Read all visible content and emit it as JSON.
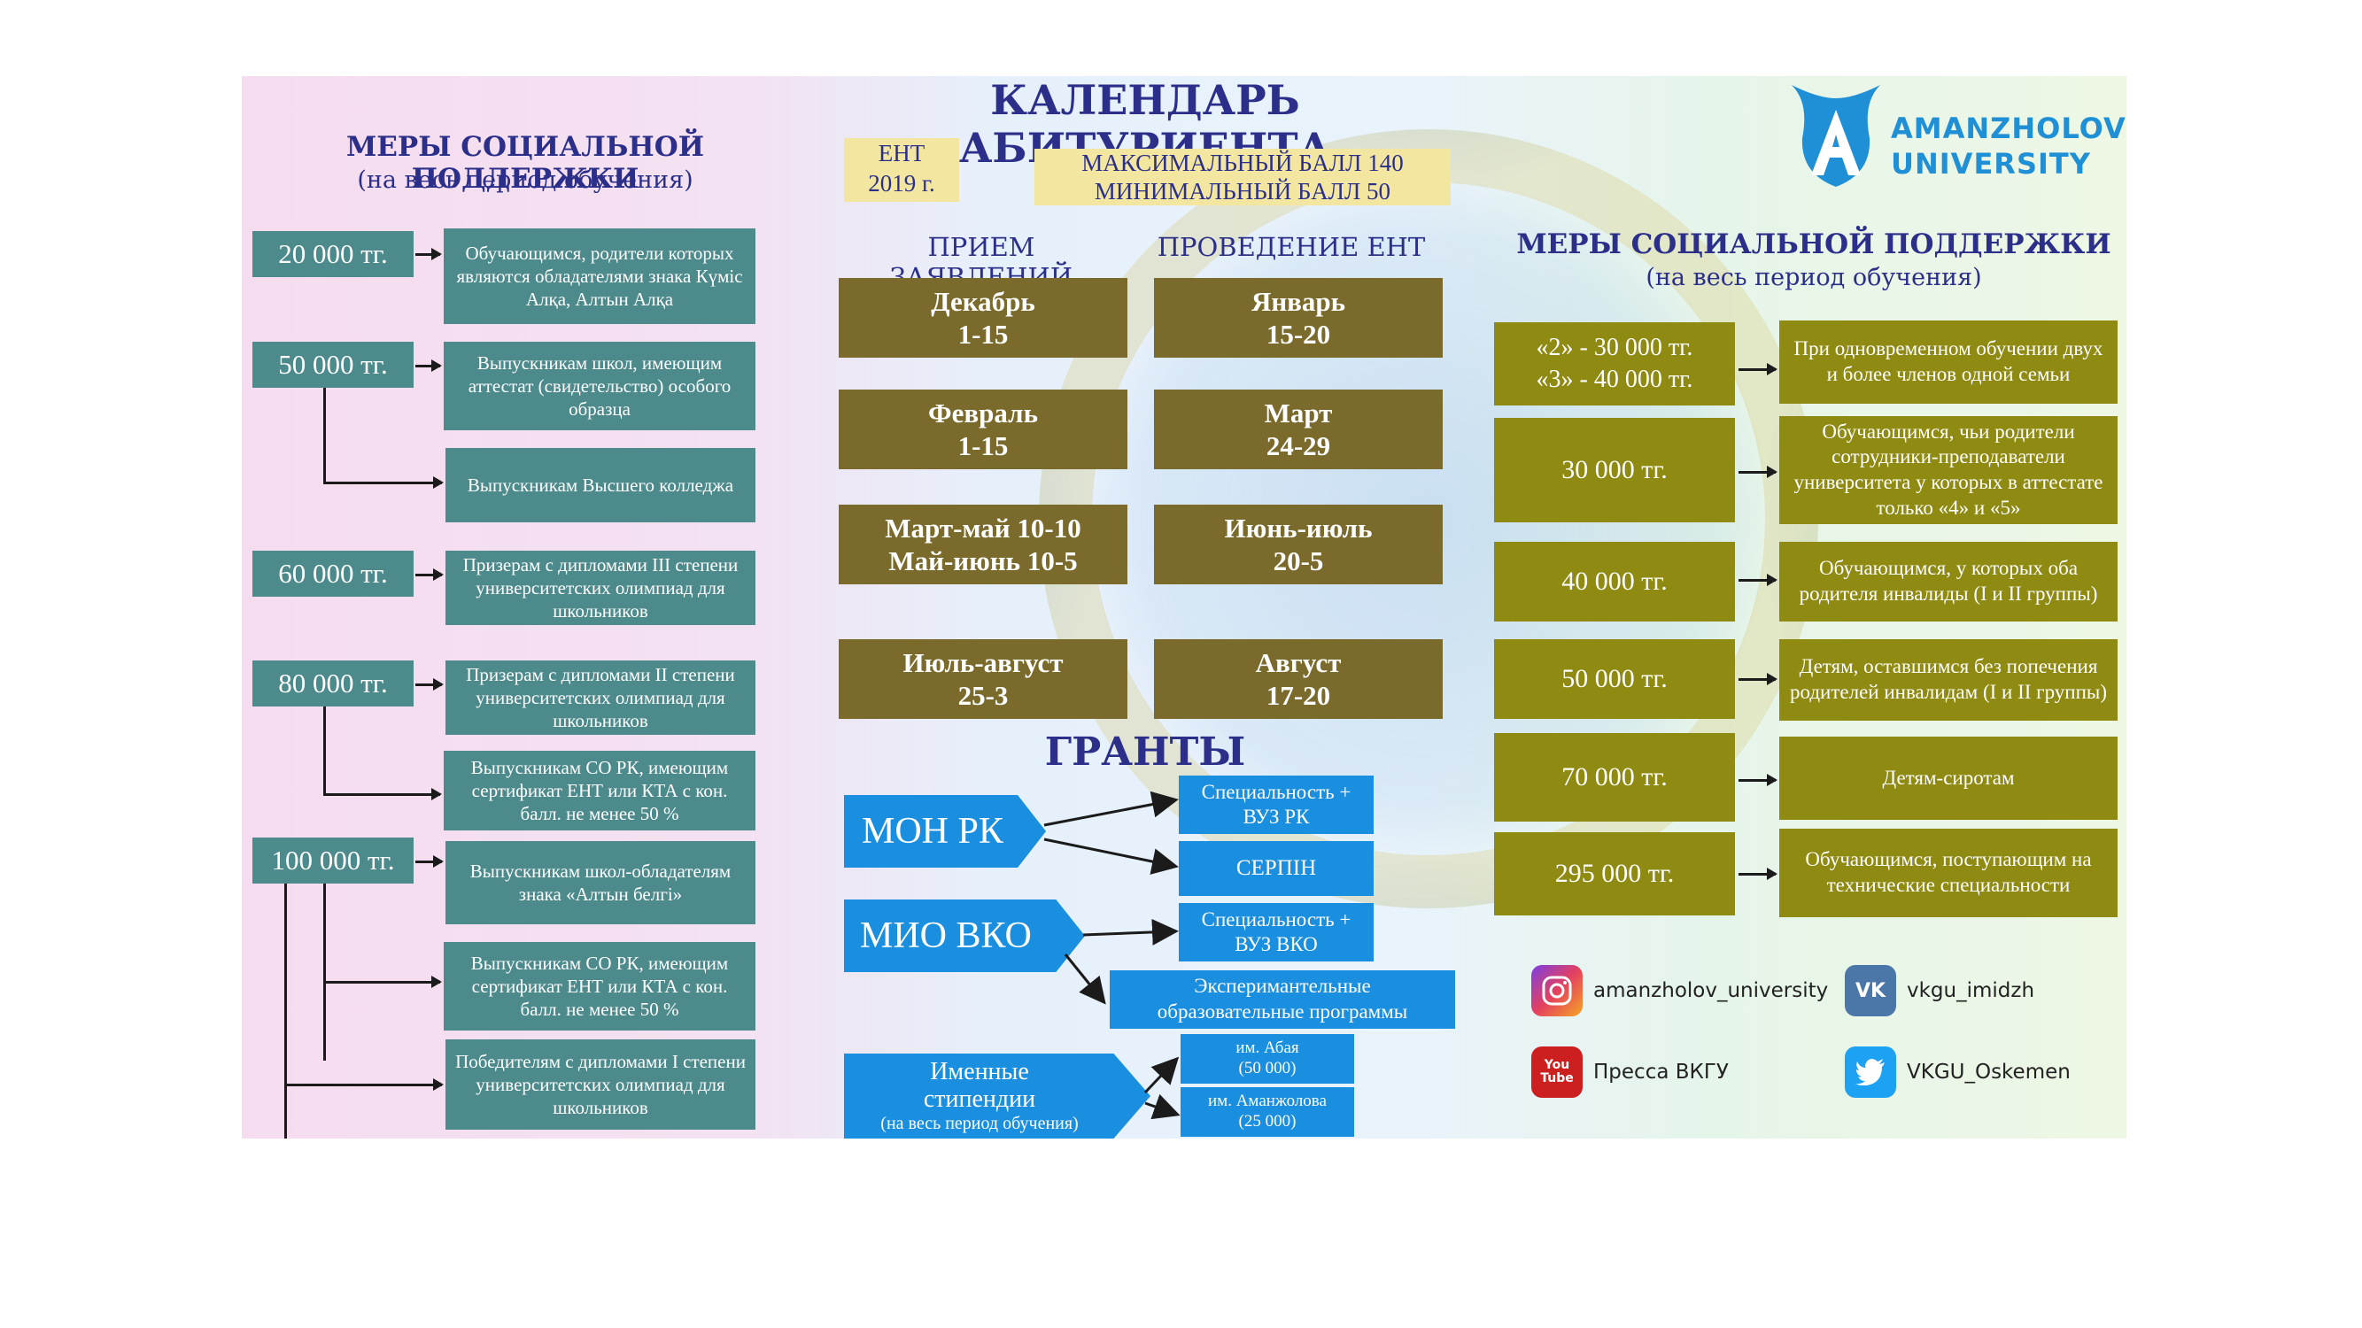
{
  "title": "КАЛЕНДАРЬ АБИТУРИЕНТА",
  "brand": {
    "line1": "AMANZHOLOV",
    "line2": "UNIVERSITY"
  },
  "ent": {
    "label": "ЕНТ",
    "year": "2019 г.",
    "max": "МАКСИМАЛЬНЫЙ БАЛЛ 140",
    "min": "МИНИМАЛЬНЫЙ БАЛЛ 50"
  },
  "left": {
    "heading": "МЕРЫ СОЦИАЛЬНОЙ ПОДДЕРЖКИ",
    "subheading": "(на весь период обучения)",
    "amounts": [
      "20 000 тг.",
      "50 000 тг.",
      "60 000 тг.",
      "80 000 тг.",
      "100 000 тг."
    ],
    "items": [
      "Обучающимся, родители которых являются обладателями знака Күміс Алқа, Алтын Алқа",
      "Выпускникам школ, имеющим аттестат (свидетельство) особого образца",
      "Выпускникам Высшего колледжа",
      "Призерам с дипломами III степени университетских олимпиад для школьников",
      "Призерам с дипломами II степени университетских олимпиад для школьников",
      "Выпускникам СО РК, имеющим сертификат ЕНТ или КТА с кон. балл. не менее 50 %",
      "Выпускникам школ-обладателям знака «Алтын белгі»",
      "Выпускникам СО РК, имеющим сертификат ЕНТ или КТА с кон. балл. не менее 50 %",
      "Победителям с дипломами I степени университетских олимпиад для школьников"
    ]
  },
  "calendar": {
    "col1": "ПРИЕМ ЗАЯВЛЕНИЙ",
    "col2": "ПРОВЕДЕНИЕ ЕНТ",
    "rows": [
      {
        "a1": "Декабрь",
        "a2": "1-15",
        "b1": "Январь",
        "b2": "15-20"
      },
      {
        "a1": "Февраль",
        "a2": "1-15",
        "b1": "Март",
        "b2": "24-29"
      },
      {
        "a1": "Март-май 10-10",
        "a2": "Май-июнь 10-5",
        "b1": "Июнь-июль",
        "b2": "20-5"
      },
      {
        "a1": "Июль-август",
        "a2": "25-3",
        "b1": "Август",
        "b2": "17-20"
      }
    ]
  },
  "grants": {
    "heading": "ГРАНТЫ",
    "mon": "МОН РК",
    "mio": "МИО ВКО",
    "named1": "Именные",
    "named2": "стипендии",
    "named3": "(на весь период обучения)",
    "spec_rk": "Специальность + ВУЗ РК",
    "serpin": "СЕРПІН",
    "spec_vko": "Специальность + ВУЗ ВКО",
    "experimental": "Эксперимантельные образовательные программы",
    "abay1": "им. Абая",
    "abay2": "(50 000)",
    "amanzh1": "им. Аманжолова",
    "amanzh2": "(25 000)"
  },
  "right": {
    "heading": "МЕРЫ СОЦИАЛЬНОЙ ПОДДЕРЖКИ",
    "subheading": "(на весь период обучения)",
    "amounts": [
      "«2» - 30 000 тг.",
      "«3» - 40 000 тг.",
      "30 000 тг.",
      "40 000 тг.",
      "50 000 тг.",
      "70 000 тг.",
      "295 000 тг."
    ],
    "items": [
      "При одновременном обучении двух и более членов одной семьи",
      "Обучающимся, чьи родители сотрудники-преподаватели университета у которых в аттестате только «4» и «5»",
      "Обучающимся, у которых оба родителя инвалиды (I и II группы)",
      "Детям, оставшимся без попечения родителей инвалидам (I и II группы)",
      "Детям-сиротам",
      "Обучающимся, поступающим на технические специальности"
    ]
  },
  "social": {
    "instagram": "amanzholov_university",
    "vk": "vkgu_imidzh",
    "youtube": "Пресса ВКГУ",
    "youtube_icon_text": "You Tube",
    "twitter": "VKGU_Oskemen",
    "vk_icon_text": "VK"
  },
  "colors": {
    "teal": "#4d8a8c",
    "olive": "#7a6b2c",
    "gold": "#8f8a12",
    "blue": "#1a8fe0",
    "title": "#2b2f8a"
  }
}
